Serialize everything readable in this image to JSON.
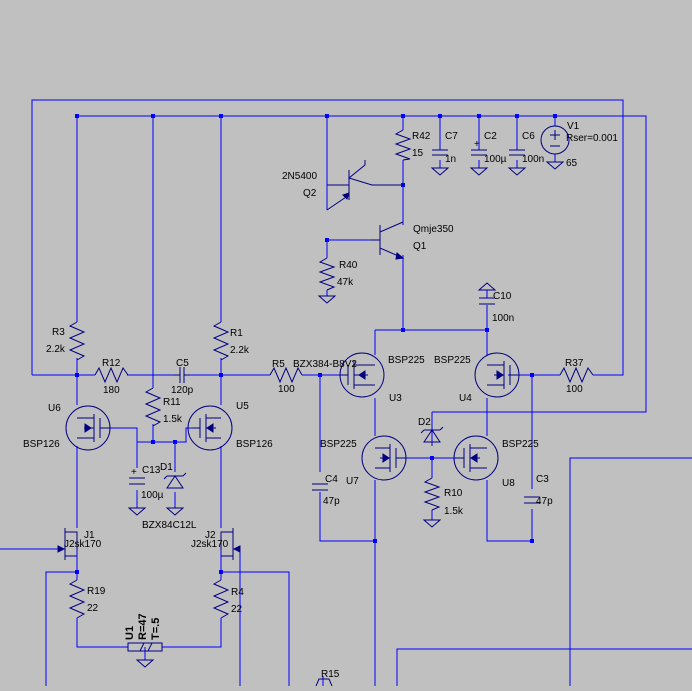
{
  "schematic": {
    "labels": {
      "R3": "R3",
      "R3v": "2.2k",
      "R12": "R12",
      "R12v": "180",
      "C5": "C5",
      "C5v": "120p",
      "R1": "R1",
      "R1v": "2.2k",
      "R5": "R5",
      "R5v": "100",
      "D3": "BZX384-B8V2",
      "R42": "R42",
      "R42v": "15",
      "C7": "C7",
      "C7v": "1n",
      "C2": "C2",
      "C2v": "100µ",
      "C6": "C6",
      "C6v": "100n",
      "V1": "V1",
      "V1r": "Rser=0.001",
      "V1v": "65",
      "Q2m": "2N5400",
      "Q2": "Q2",
      "Q1m": "Qmje350",
      "Q1": "Q1",
      "R40": "R40",
      "R40v": "47k",
      "C10": "C10",
      "C10v": "100n",
      "U3m": "BSP225",
      "U3": "U3",
      "U4m": "BSP225",
      "U4": "U4",
      "R37": "R37",
      "R37v": "100",
      "U6": "U6",
      "U6m": "BSP126",
      "U5": "U5",
      "U5m": "BSP126",
      "R11": "R11",
      "R11v": "1.5k",
      "C13": "C13",
      "C13v": "100µ",
      "D1": "D1",
      "D1m": "BZX84C12L",
      "D2": "D2",
      "U7m": "BSP225",
      "U7": "U7",
      "U8m": "BSP225",
      "U8": "U8",
      "C4": "C4",
      "C4v": "47p",
      "C3": "C3",
      "C3v": "47p",
      "R10": "R10",
      "R10v": "1.5k",
      "J1": "J1",
      "J1m": "J2sk170",
      "J2": "J2",
      "J2m": "J2sk170",
      "R19": "R19",
      "R19v": "22",
      "R4": "R4",
      "R4v": "22",
      "U1": "U1",
      "U1r": "R=47",
      "U1t": "T=.5",
      "R15": "R15"
    }
  }
}
